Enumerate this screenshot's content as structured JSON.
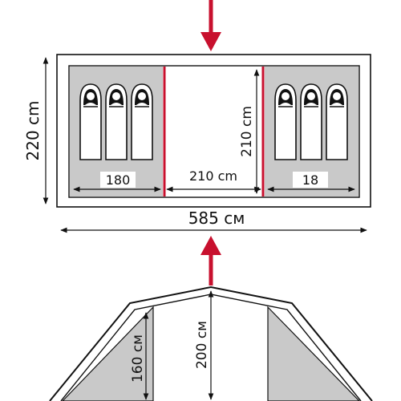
{
  "colors": {
    "red": "#c8102e",
    "gray": "#c9c9c9",
    "dark": "#111111",
    "white": "#ffffff"
  },
  "plan": {
    "outer_width": "585 см",
    "outer_depth": "220 cm",
    "left_room_width": "180",
    "center_width": "210 cm",
    "right_room_width": "18",
    "room_depth": "210 cm"
  },
  "side": {
    "center_height": "200 см",
    "side_height": "160 см"
  },
  "icons": [
    "arrow-down-icon",
    "arrow-up-icon",
    "sleeping-bag-icon"
  ]
}
